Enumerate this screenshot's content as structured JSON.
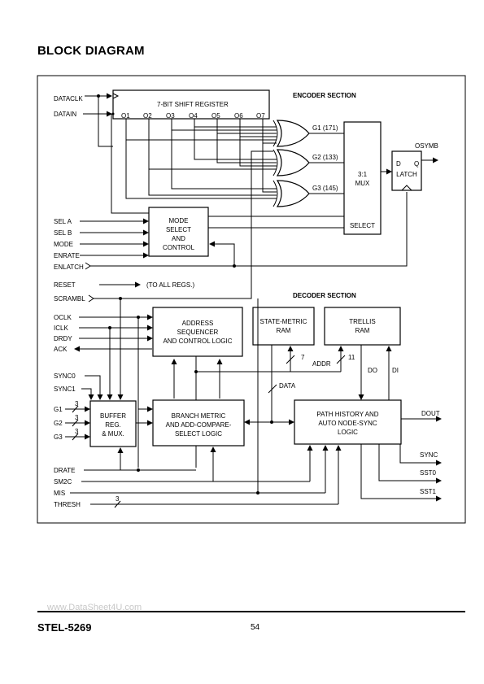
{
  "page": {
    "title": "BLOCK DIAGRAM",
    "part_number": "STEL-5269",
    "page_number": "54",
    "watermark": "www.DataSheet4U.com"
  },
  "sections": {
    "encoder": "ENCODER SECTION",
    "decoder": "DECODER SECTION"
  },
  "blocks": {
    "shift_register": "7-BIT SHIFT REGISTER",
    "shift_taps": [
      "O1",
      "O2",
      "O3",
      "O4",
      "O5",
      "O6",
      "O7"
    ],
    "mux": [
      "3:1",
      "MUX"
    ],
    "mux_select": "SELECT",
    "latch_title": "LATCH",
    "latch_d": "D",
    "latch_q": "Q",
    "mode_control": [
      "MODE",
      "SELECT",
      "AND",
      "CONTROL"
    ],
    "address_seq": [
      "ADDRESS",
      "SEQUENCER",
      "AND CONTROL LOGIC"
    ],
    "state_metric_ram": [
      "STATE-METRIC",
      "RAM"
    ],
    "trellis_ram": [
      "TRELLIS",
      "RAM"
    ],
    "buffer": [
      "BUFFER",
      "REG.",
      "& MUX."
    ],
    "branch_metric": [
      "BRANCH METRIC",
      "AND ADD-COMPARE-",
      "SELECT  LOGIC"
    ],
    "path_history": [
      "PATH HISTORY AND",
      "AUTO NODE-SYNC",
      "LOGIC"
    ]
  },
  "generators": [
    "G1 (171)",
    "G2 (133)",
    "G3 (145)"
  ],
  "inputs": {
    "dataclk": "DATACLK",
    "datain": "DATAIN",
    "sela": "SEL A",
    "selb": "SEL B",
    "mode": "MODE",
    "enrate": "ENRATE",
    "enlatch": "ENLATCH",
    "reset": "RESET",
    "reset_note": "(TO ALL REGS.)",
    "scrambl": "SCRAMBL",
    "oclk": "OCLK",
    "iclk": "ICLK",
    "drdy": "DRDY",
    "ack": "ACK",
    "sync0": "SYNC0",
    "sync1": "SYNC1",
    "g1": "G1",
    "g2": "G2",
    "g3": "G3",
    "drate": "DRATE",
    "sm2c": "SM2C",
    "mis": "MIS",
    "thresh": "THRESH"
  },
  "outputs": {
    "osymb": "OSYMB",
    "dout": "DOUT",
    "sync": "SYNC",
    "sst0": "SST0",
    "sst1": "SST1"
  },
  "bus_labels": {
    "addr": "ADDR",
    "data": "DATA",
    "do": "DO",
    "di": "DI",
    "width_7": "7",
    "width_11": "11",
    "width_3": "3"
  }
}
